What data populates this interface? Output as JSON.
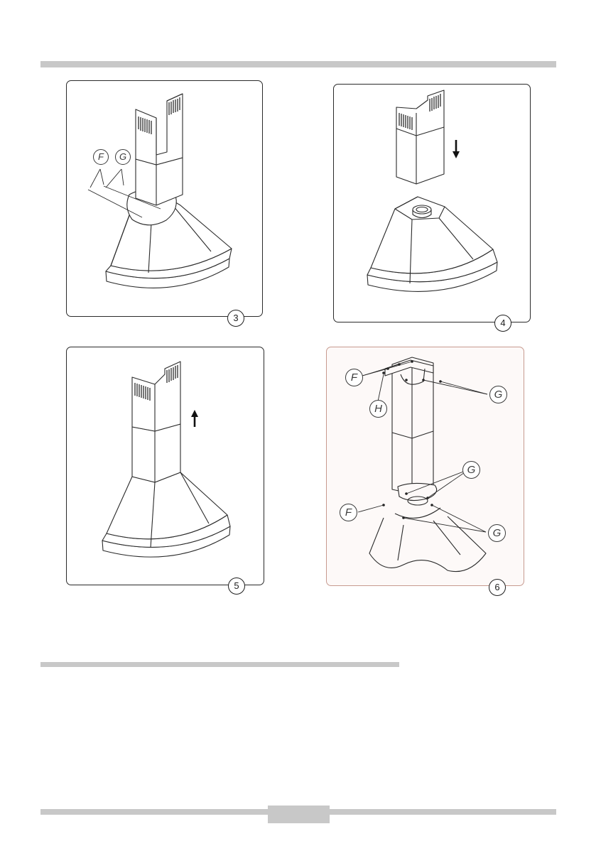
{
  "figures": [
    {
      "step": "3",
      "callouts": [
        "F",
        "G"
      ]
    },
    {
      "step": "4",
      "callouts": []
    },
    {
      "step": "5",
      "callouts": []
    },
    {
      "step": "6",
      "callouts": [
        "F",
        "G",
        "H",
        "G",
        "F",
        "G"
      ]
    }
  ]
}
